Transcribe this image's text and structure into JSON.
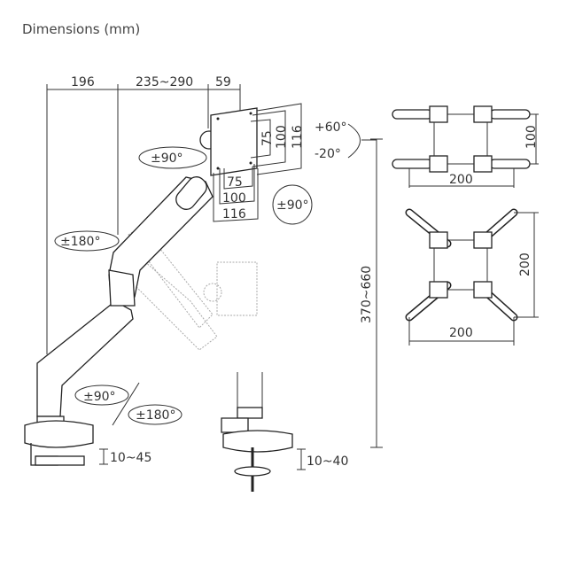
{
  "title": "Dimensions (mm)",
  "arm_dimensions": {
    "base_offset": "196",
    "arm_reach": "235~290",
    "head_depth": "59",
    "height_range": "370~660",
    "clamp_thickness": "10~45",
    "grommet_thickness": "10~40"
  },
  "vesa_plate": {
    "vertical": [
      "75",
      "100",
      "116"
    ],
    "horizontal": [
      "75",
      "100",
      "116"
    ]
  },
  "rotations": {
    "tilt_up": "+60°",
    "tilt_down": "-20°",
    "head_swivel": "±90°",
    "rotation": "±90°",
    "elbow_swivel": "±180°",
    "base_swivel": "±90°",
    "base_swivel_alt": "±180°"
  },
  "adapter_small": {
    "height": "100",
    "width": "200"
  },
  "adapter_large": {
    "height": "200",
    "width": "200"
  }
}
